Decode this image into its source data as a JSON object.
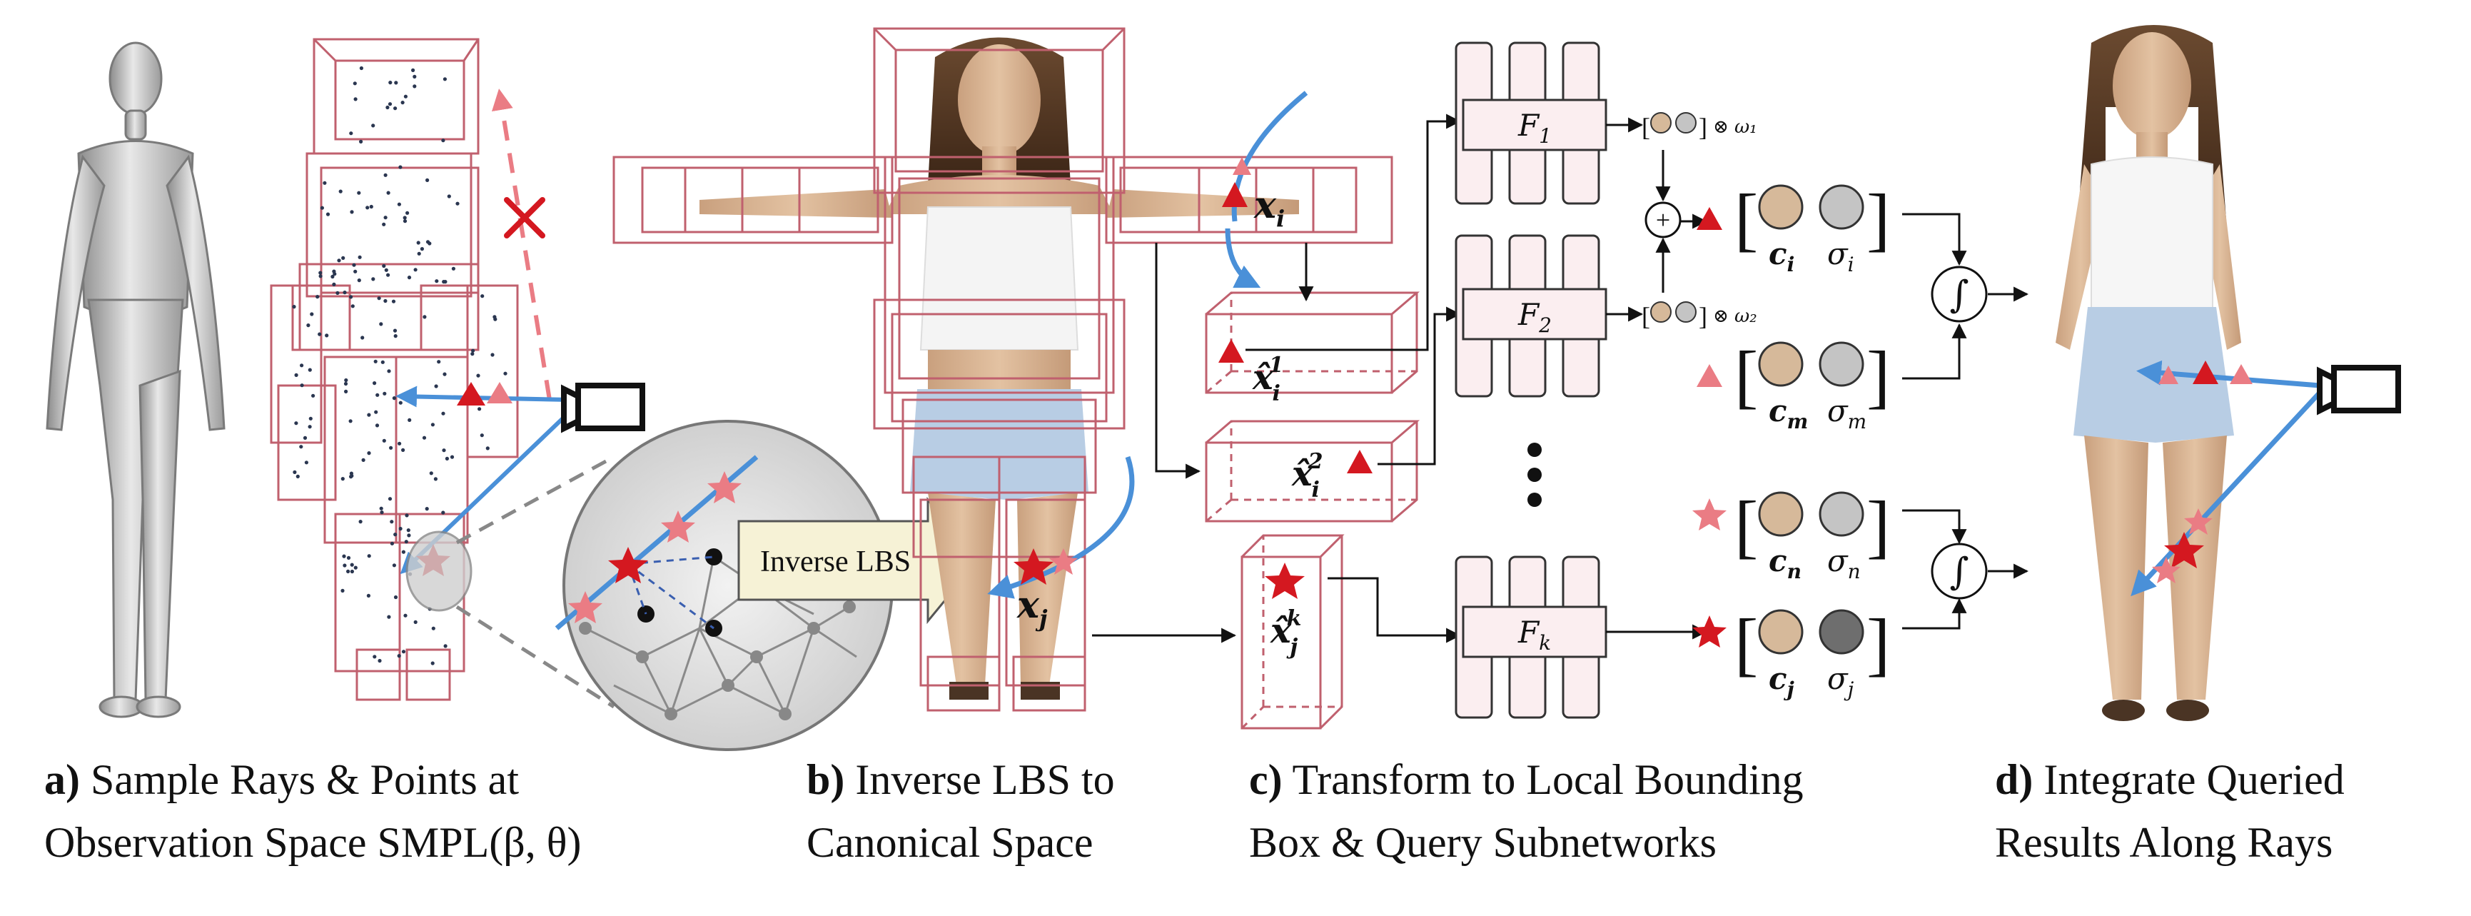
{
  "panels": {
    "a": {
      "letter": "a)",
      "line1": " Sample Rays & Points at",
      "line2": "Observation Space SMPL(β, θ)"
    },
    "b": {
      "letter": "b)",
      "line1": " Inverse LBS to",
      "line2": "Canonical Space"
    },
    "c": {
      "letter": "c)",
      "line1": " Transform to Local Bounding",
      "line2": "Box & Query Subnetworks"
    },
    "d": {
      "letter": "d)",
      "line1": " Integrate Queried",
      "line2": "Results Along Rays"
    }
  },
  "labels": {
    "inverse_lbs": "Inverse LBS",
    "x_i": "x",
    "x_i_sub": "i",
    "x_j": "x",
    "x_j_sub": "j",
    "xhat_i1": "x̂",
    "xhat_i1_sup": "1",
    "xhat_i1_sub": "i",
    "xhat_i2": "x̂",
    "xhat_i2_sup": "2",
    "xhat_i2_sub": "i",
    "xhat_jk": "x̂",
    "xhat_jk_sup": "k",
    "xhat_jk_sub": "j",
    "f1": "F",
    "f1_sub": "1",
    "f2": "F",
    "f2_sub": "2",
    "fk": "F",
    "fk_sub": "k",
    "omega1": "⊗ ω₁",
    "omega2": "⊗ ω₂",
    "c_i": "c",
    "c_i_sub": "i",
    "sigma_i": "σ",
    "sigma_i_sub": "i",
    "c_m": "c",
    "c_m_sub": "m",
    "sigma_m": "σ",
    "sigma_m_sub": "m",
    "c_n": "c",
    "c_n_sub": "n",
    "sigma_n": "σ",
    "sigma_n_sub": "n",
    "c_j": "c",
    "c_j_sub": "j",
    "sigma_j": "σ",
    "sigma_j_sub": "j",
    "integral": "∫"
  },
  "colors": {
    "box": "#c0606e",
    "red": "#d41820",
    "pink": "#ea7c84",
    "blue": "#4a90d8",
    "net_fill": "#fbeef0",
    "tan": "#d6b99a",
    "grey": "#c4c4c4",
    "dark_grey": "#6e6e6e"
  }
}
